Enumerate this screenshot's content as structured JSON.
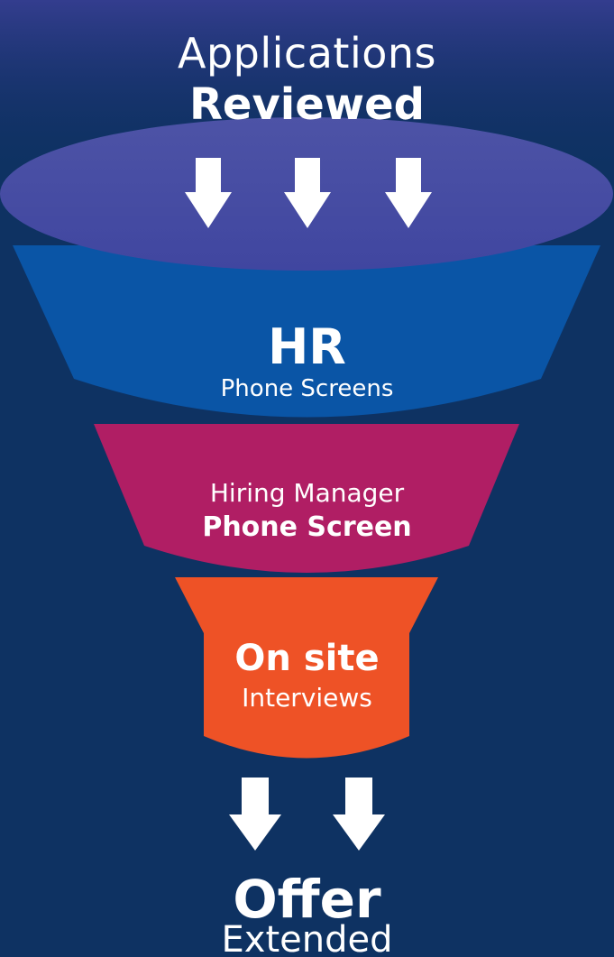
{
  "funnel": {
    "stages": [
      {
        "id": "applications",
        "line1": "Applications",
        "line2": "Reviewed",
        "color": "#4a4fa0"
      },
      {
        "id": "hr",
        "line1": "HR",
        "line2": "Phone Screens",
        "color": "#0a55a6"
      },
      {
        "id": "hiring-manager",
        "line1": "Hiring Manager",
        "line2": "Phone Screen",
        "color": "#b01e64"
      },
      {
        "id": "onsite",
        "line1": "On site",
        "line2": "Interviews",
        "color": "#ee5226"
      }
    ],
    "outcome": {
      "line1": "Offer",
      "line2": "Extended"
    },
    "background_color": "#0e3262",
    "arrow_color": "#ffffff"
  }
}
